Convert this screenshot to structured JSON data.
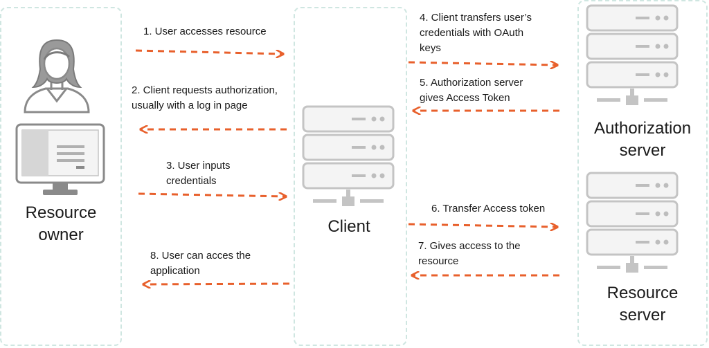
{
  "actors": {
    "resource_owner": {
      "label": "Resource\nowner"
    },
    "client": {
      "label": "Client"
    },
    "authorization_server": {
      "label": "Authorization\nserver"
    },
    "resource_server": {
      "label": "Resource\nserver"
    }
  },
  "steps": [
    {
      "id": 1,
      "text": "1. User accesses resource",
      "direction": "right"
    },
    {
      "id": 2,
      "text": "2. Client requests authorization,\nusually with a log in page",
      "direction": "left"
    },
    {
      "id": 3,
      "text": "3. User inputs\ncredentials",
      "direction": "right"
    },
    {
      "id": 4,
      "text": "4. Client transfers user’s\ncredentials with OAuth\nkeys",
      "direction": "right"
    },
    {
      "id": 5,
      "text": "5. Authorization server\ngives Access Token",
      "direction": "left"
    },
    {
      "id": 6,
      "text": "6. Transfer Access token",
      "direction": "right"
    },
    {
      "id": 7,
      "text": "7. Gives access to the\nresource",
      "direction": "left"
    },
    {
      "id": 8,
      "text": "8. User can acces the\napplication",
      "direction": "left"
    }
  ],
  "colors": {
    "arrow": "#e8602c",
    "panel_border": "#cfe6e1",
    "server_fill": "#f4f4f4",
    "server_stroke": "#c4c4c4",
    "server_detail": "#bdbdbd",
    "person": "#8a8a8a"
  },
  "icons": {
    "owner": [
      "person-icon",
      "monitor-icon"
    ],
    "client": "server-icon",
    "authorization_server": "server-icon",
    "resource_server": "server-icon"
  }
}
